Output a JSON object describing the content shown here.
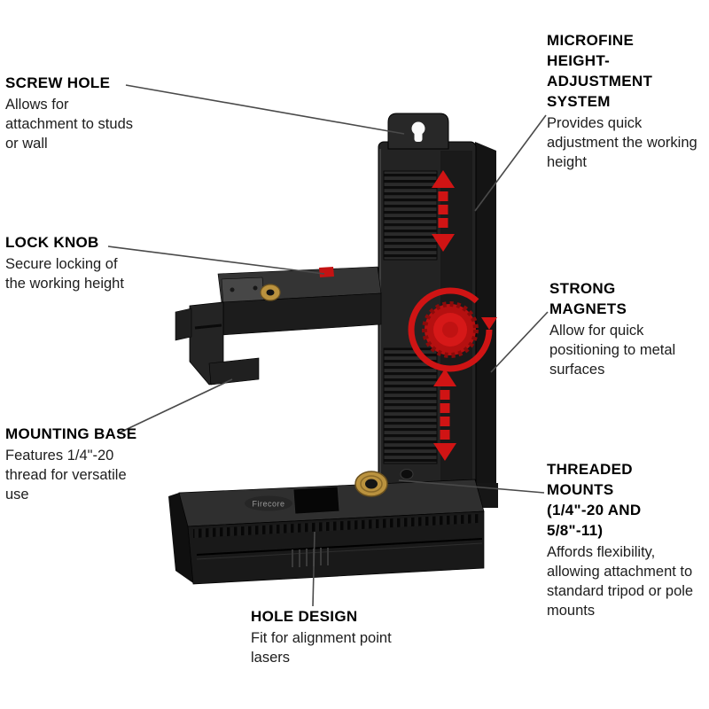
{
  "product": {
    "brand": "Firecore",
    "accent_red": "#cf1414",
    "body_black": "#1e1e1e",
    "brass": "#ba923e"
  },
  "callouts": {
    "screw_hole": {
      "title": "SCREW HOLE",
      "body": "Allows for attachment to studs or wall"
    },
    "lock_knob": {
      "title": "LOCK KNOB",
      "body": "Secure locking of the working height"
    },
    "mounting_base": {
      "title": "MOUNTING BASE",
      "body": "Features 1/4\"-20 thread for versatile use"
    },
    "microfine": {
      "title": "MICROFINE HEIGHT-ADJUSTMENT SYSTEM",
      "body": "Provides quick adjustment the working height"
    },
    "strong_magnets": {
      "title": "STRONG MAGNETS",
      "body": "Allow for quick positioning to metal surfaces"
    },
    "threaded_mounts": {
      "title": "THREADED MOUNTS (1/4\"-20 AND 5/8\"-11)",
      "body": "Affords flexibility, allowing attachment to standard tripod or pole mounts"
    },
    "hole_design": {
      "title": "HOLE DESIGN",
      "body": "Fit for alignment point lasers"
    }
  }
}
